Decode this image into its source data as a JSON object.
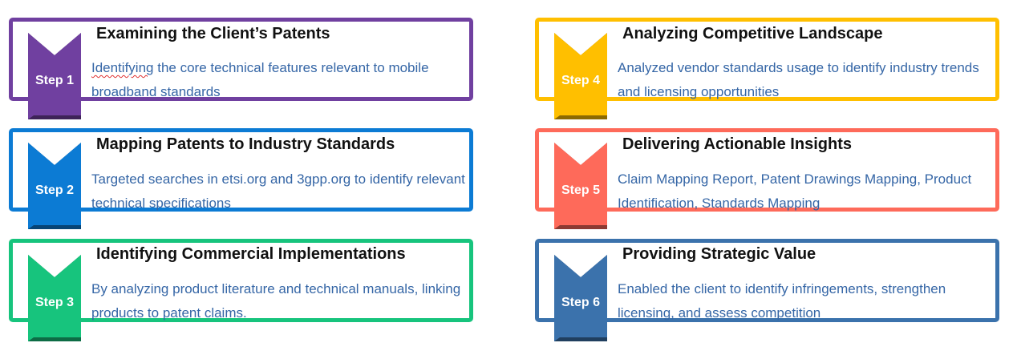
{
  "steps": [
    {
      "label": "Step 1",
      "title": "Examining the Client’s Patents",
      "desc_flagged": "Identifying",
      "desc_rest": " the core technical features relevant to mobile broadband standards",
      "color": "#7040a0"
    },
    {
      "label": "Step 2",
      "title": "Mapping Patents to Industry Standards",
      "desc_rest": "Targeted searches in etsi.org and 3gpp.org to identify relevant technical specifications",
      "color": "#0c7bd4"
    },
    {
      "label": "Step 3",
      "title": "Identifying Commercial Implementations",
      "desc_rest": "By analyzing product literature and technical manuals, linking products to patent claims.",
      "color": "#17c47d"
    },
    {
      "label": "Step 4",
      "title": "Analyzing Competitive Landscape",
      "desc_rest": "Analyzed vendor standards usage to identify industry trends and licensing opportunities",
      "color": "#ffbf00"
    },
    {
      "label": "Step 5",
      "title": "Delivering Actionable Insights",
      "desc_rest": "Claim Mapping Report, Patent Drawings Mapping, Product Identification, Standards Mapping",
      "color": "#fe6a5a"
    },
    {
      "label": "Step 6",
      "title": "Providing Strategic Value",
      "desc_rest": "Enabled the client to identify infringements, strengthen licensing, and assess competition",
      "color": "#3b72ac"
    }
  ]
}
